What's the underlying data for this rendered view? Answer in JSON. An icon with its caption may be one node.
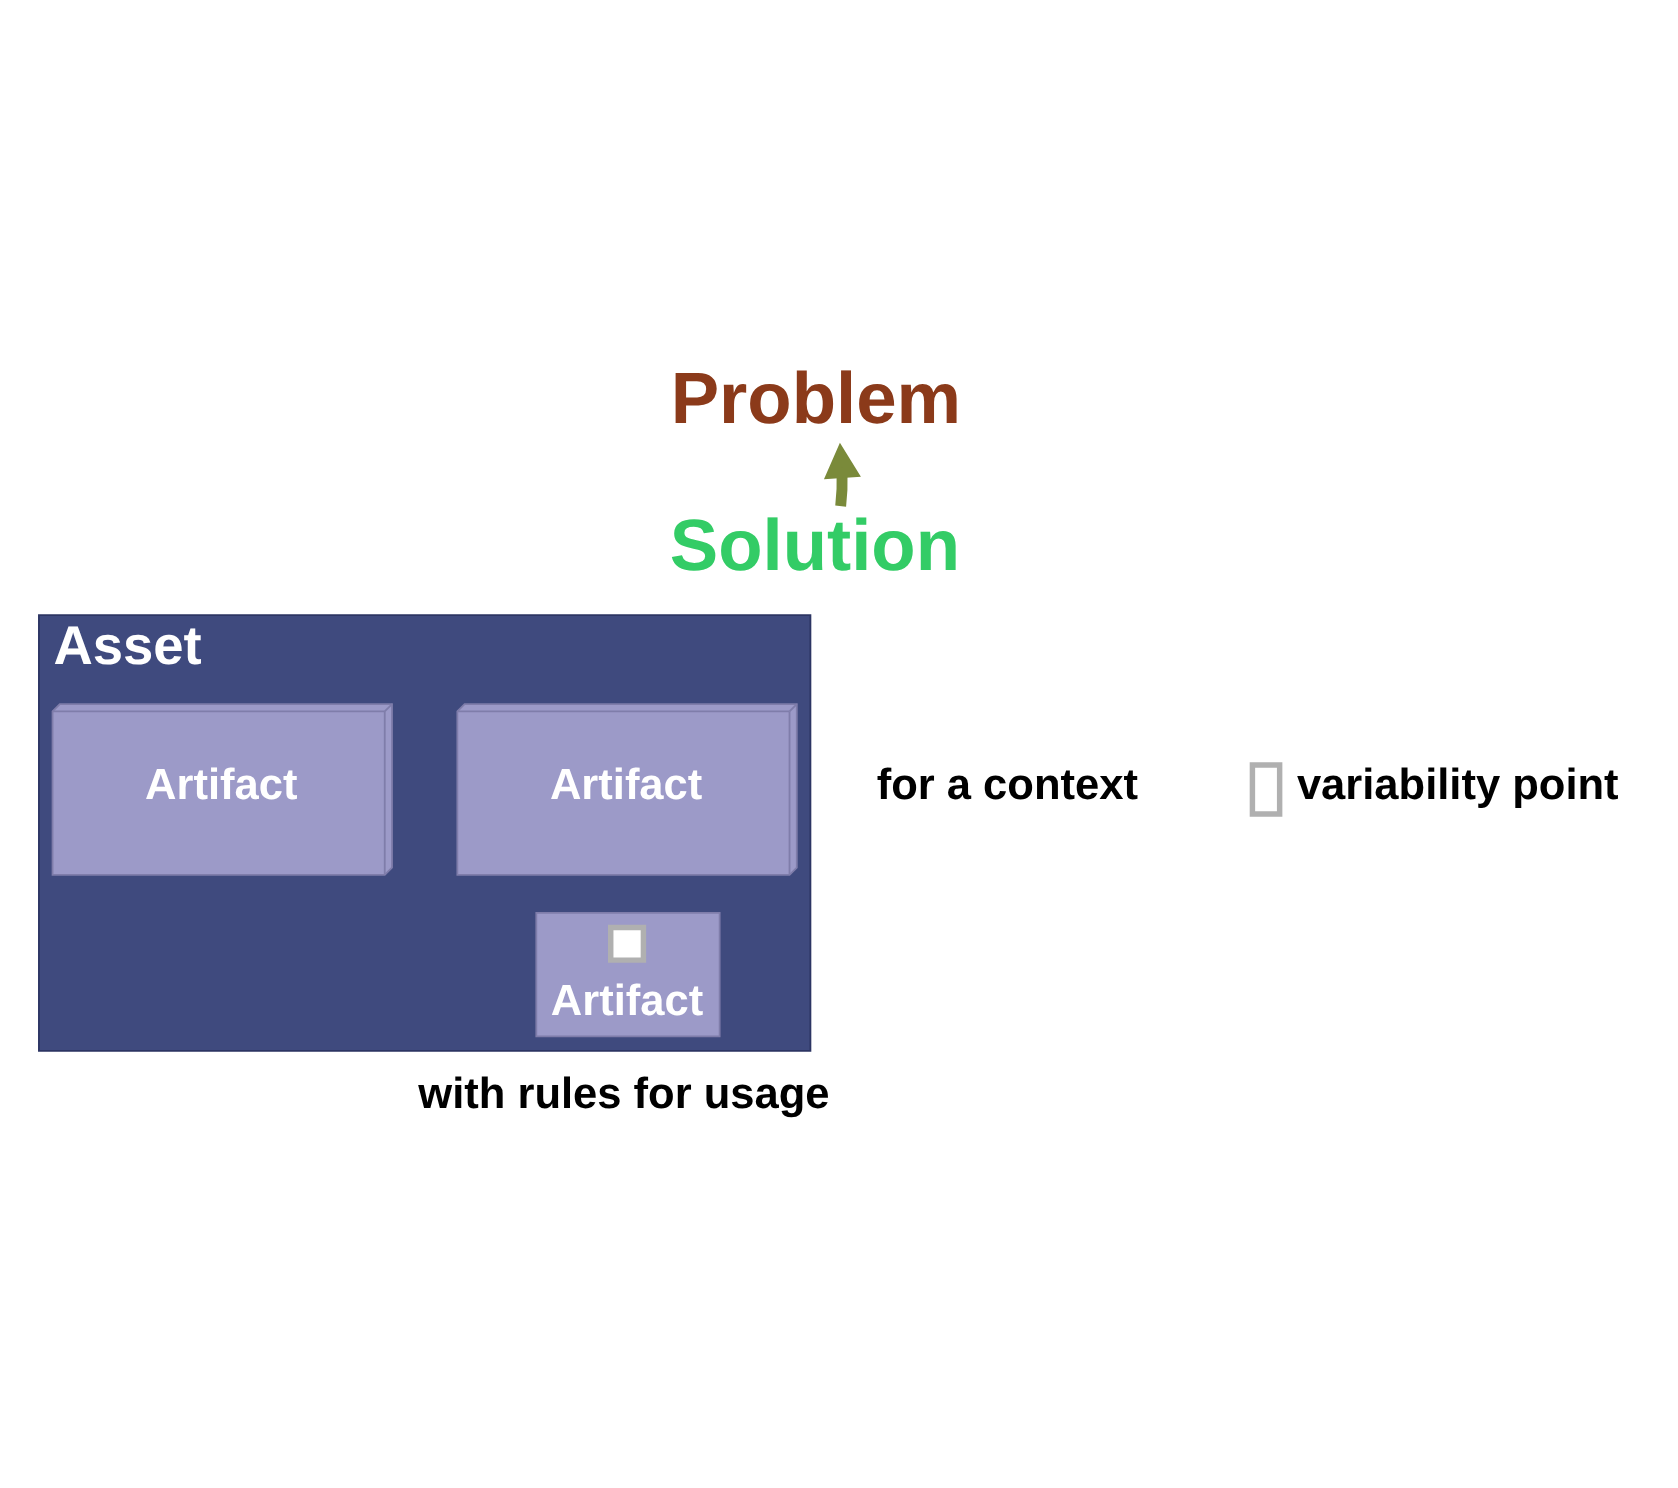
{
  "diagram": {
    "nodes": [
      {
        "text": [
          "Problem"
        ]
      },
      {
        "text": [
          "Solution"
        ]
      },
      {
        "text": [
          "Asset"
        ]
      },
      {
        "text": [
          "Artifact"
        ],
        "in": 2
      },
      {
        "text": [
          "Artifact"
        ],
        "in": 2
      },
      {
        "text": [
          "Artifact"
        ],
        "in": 2
      },
      {
        "text": [],
        "shape": "box",
        "in": 5
      }
    ],
    "edges": [
      {
        "from": 1,
        "to": 0,
        "arrow": "to"
      }
    ],
    "labels": [
      "for a context",
      "with rules for usage"
    ],
    "legend": [
      {
        "text": "variability point"
      }
    ]
  }
}
